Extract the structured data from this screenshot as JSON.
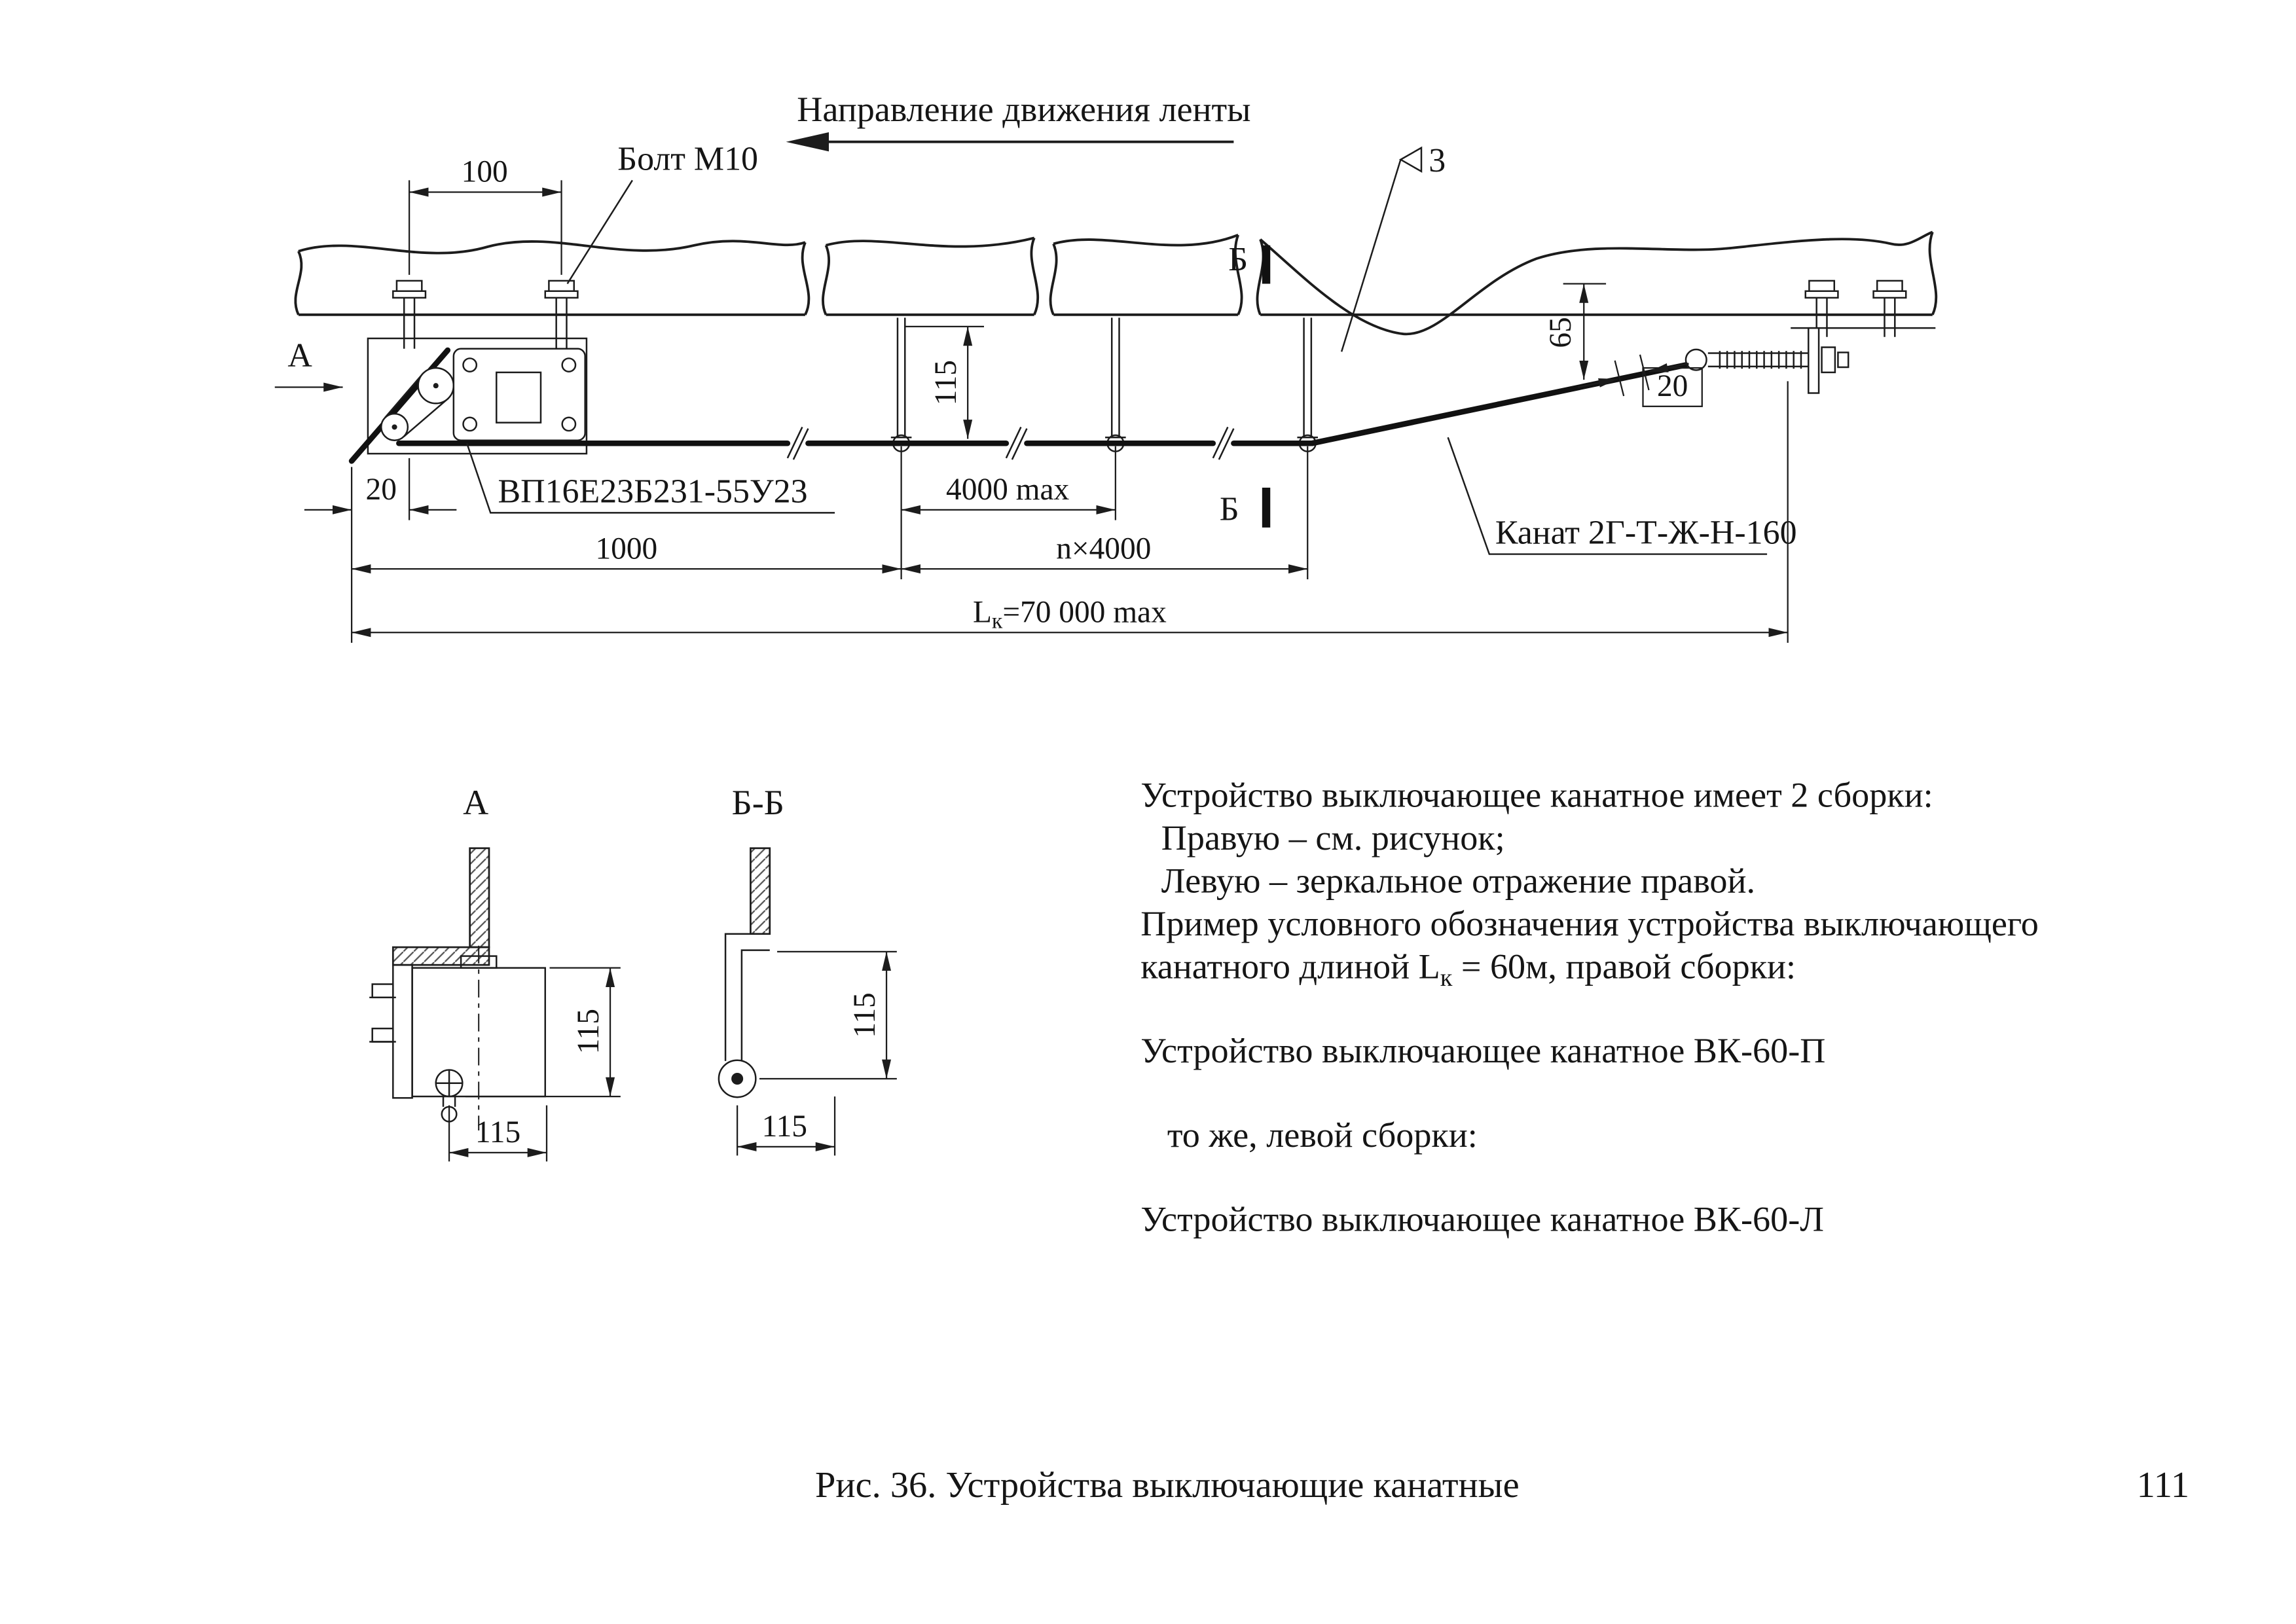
{
  "palette": {
    "ink": "#1c1c1c",
    "paper": "#ffffff"
  },
  "drawing": {
    "direction_label": "Направление движения ленты",
    "bolt_label": "Болт М10",
    "device_label": "ВП16Е23Б231-55У23",
    "rope_label": "Канат 2Г-Т-Ж-Н-160",
    "mark_3": "3",
    "arrow_a_label": "А",
    "section_b_top": "Б",
    "section_b_bottom": "Б",
    "dim_100": "100",
    "dim_115": "115",
    "dim_65": "65",
    "dim_20_left": "20",
    "dim_20_right": "20",
    "dim_4000": "4000 max",
    "dim_1000": "1000",
    "dim_n4000": "n×4000",
    "dim_lk_prefix": "L",
    "dim_lk_sub": "к",
    "dim_lk_suffix": "=70 000 max"
  },
  "views": {
    "view_a_title": "А",
    "view_bb_title": "Б-Б"
  },
  "notes": {
    "line1": "Устройство выключающее канатное имеет 2 сборки:",
    "line2": "Правую – см. рисунок;",
    "line3": "Левую – зеркальное отражение правой.",
    "line4": "Пример условного обозначения устройства выключающего",
    "line5_pre": "канатного длиной L",
    "line5_sub": "к",
    "line5_post": " = 60м, правой сборки:",
    "line6": "Устройство выключающее канатное ВК-60-П",
    "line7": "то же, левой сборки:",
    "line8": "Устройство выключающее канатное ВК-60-Л"
  },
  "footer": {
    "caption": "Рис. 36. Устройства выключающие канатные",
    "page_number": "111"
  }
}
